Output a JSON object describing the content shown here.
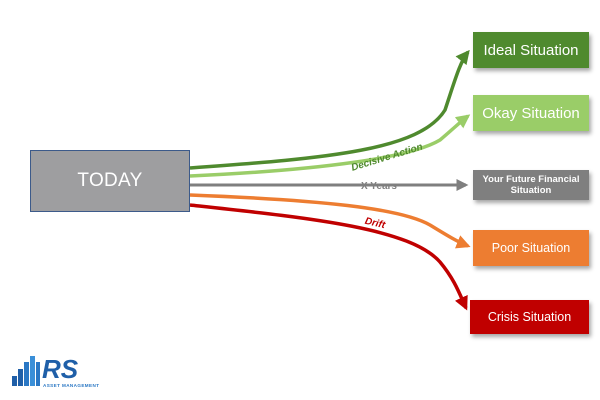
{
  "diagram": {
    "origin_label": "TODAY",
    "outcomes": {
      "ideal": "Ideal Situation",
      "okay": "Okay Situation",
      "future": "Your Future Financial Situation",
      "poor": "Poor Situation",
      "crisis": "Crisis Situation"
    },
    "path_labels": {
      "decisive_action": "Decisive Action",
      "x_years": "X Years",
      "drift": "Drift"
    },
    "colors": {
      "ideal": "#4f8a2e",
      "okay": "#9acd68",
      "neutral": "#7f7f7f",
      "poor": "#ed7d31",
      "crisis": "#c00000",
      "today": "#9e9ea0"
    }
  },
  "logo": {
    "brand": "RS",
    "tagline": "ASSET MANAGEMENT"
  }
}
